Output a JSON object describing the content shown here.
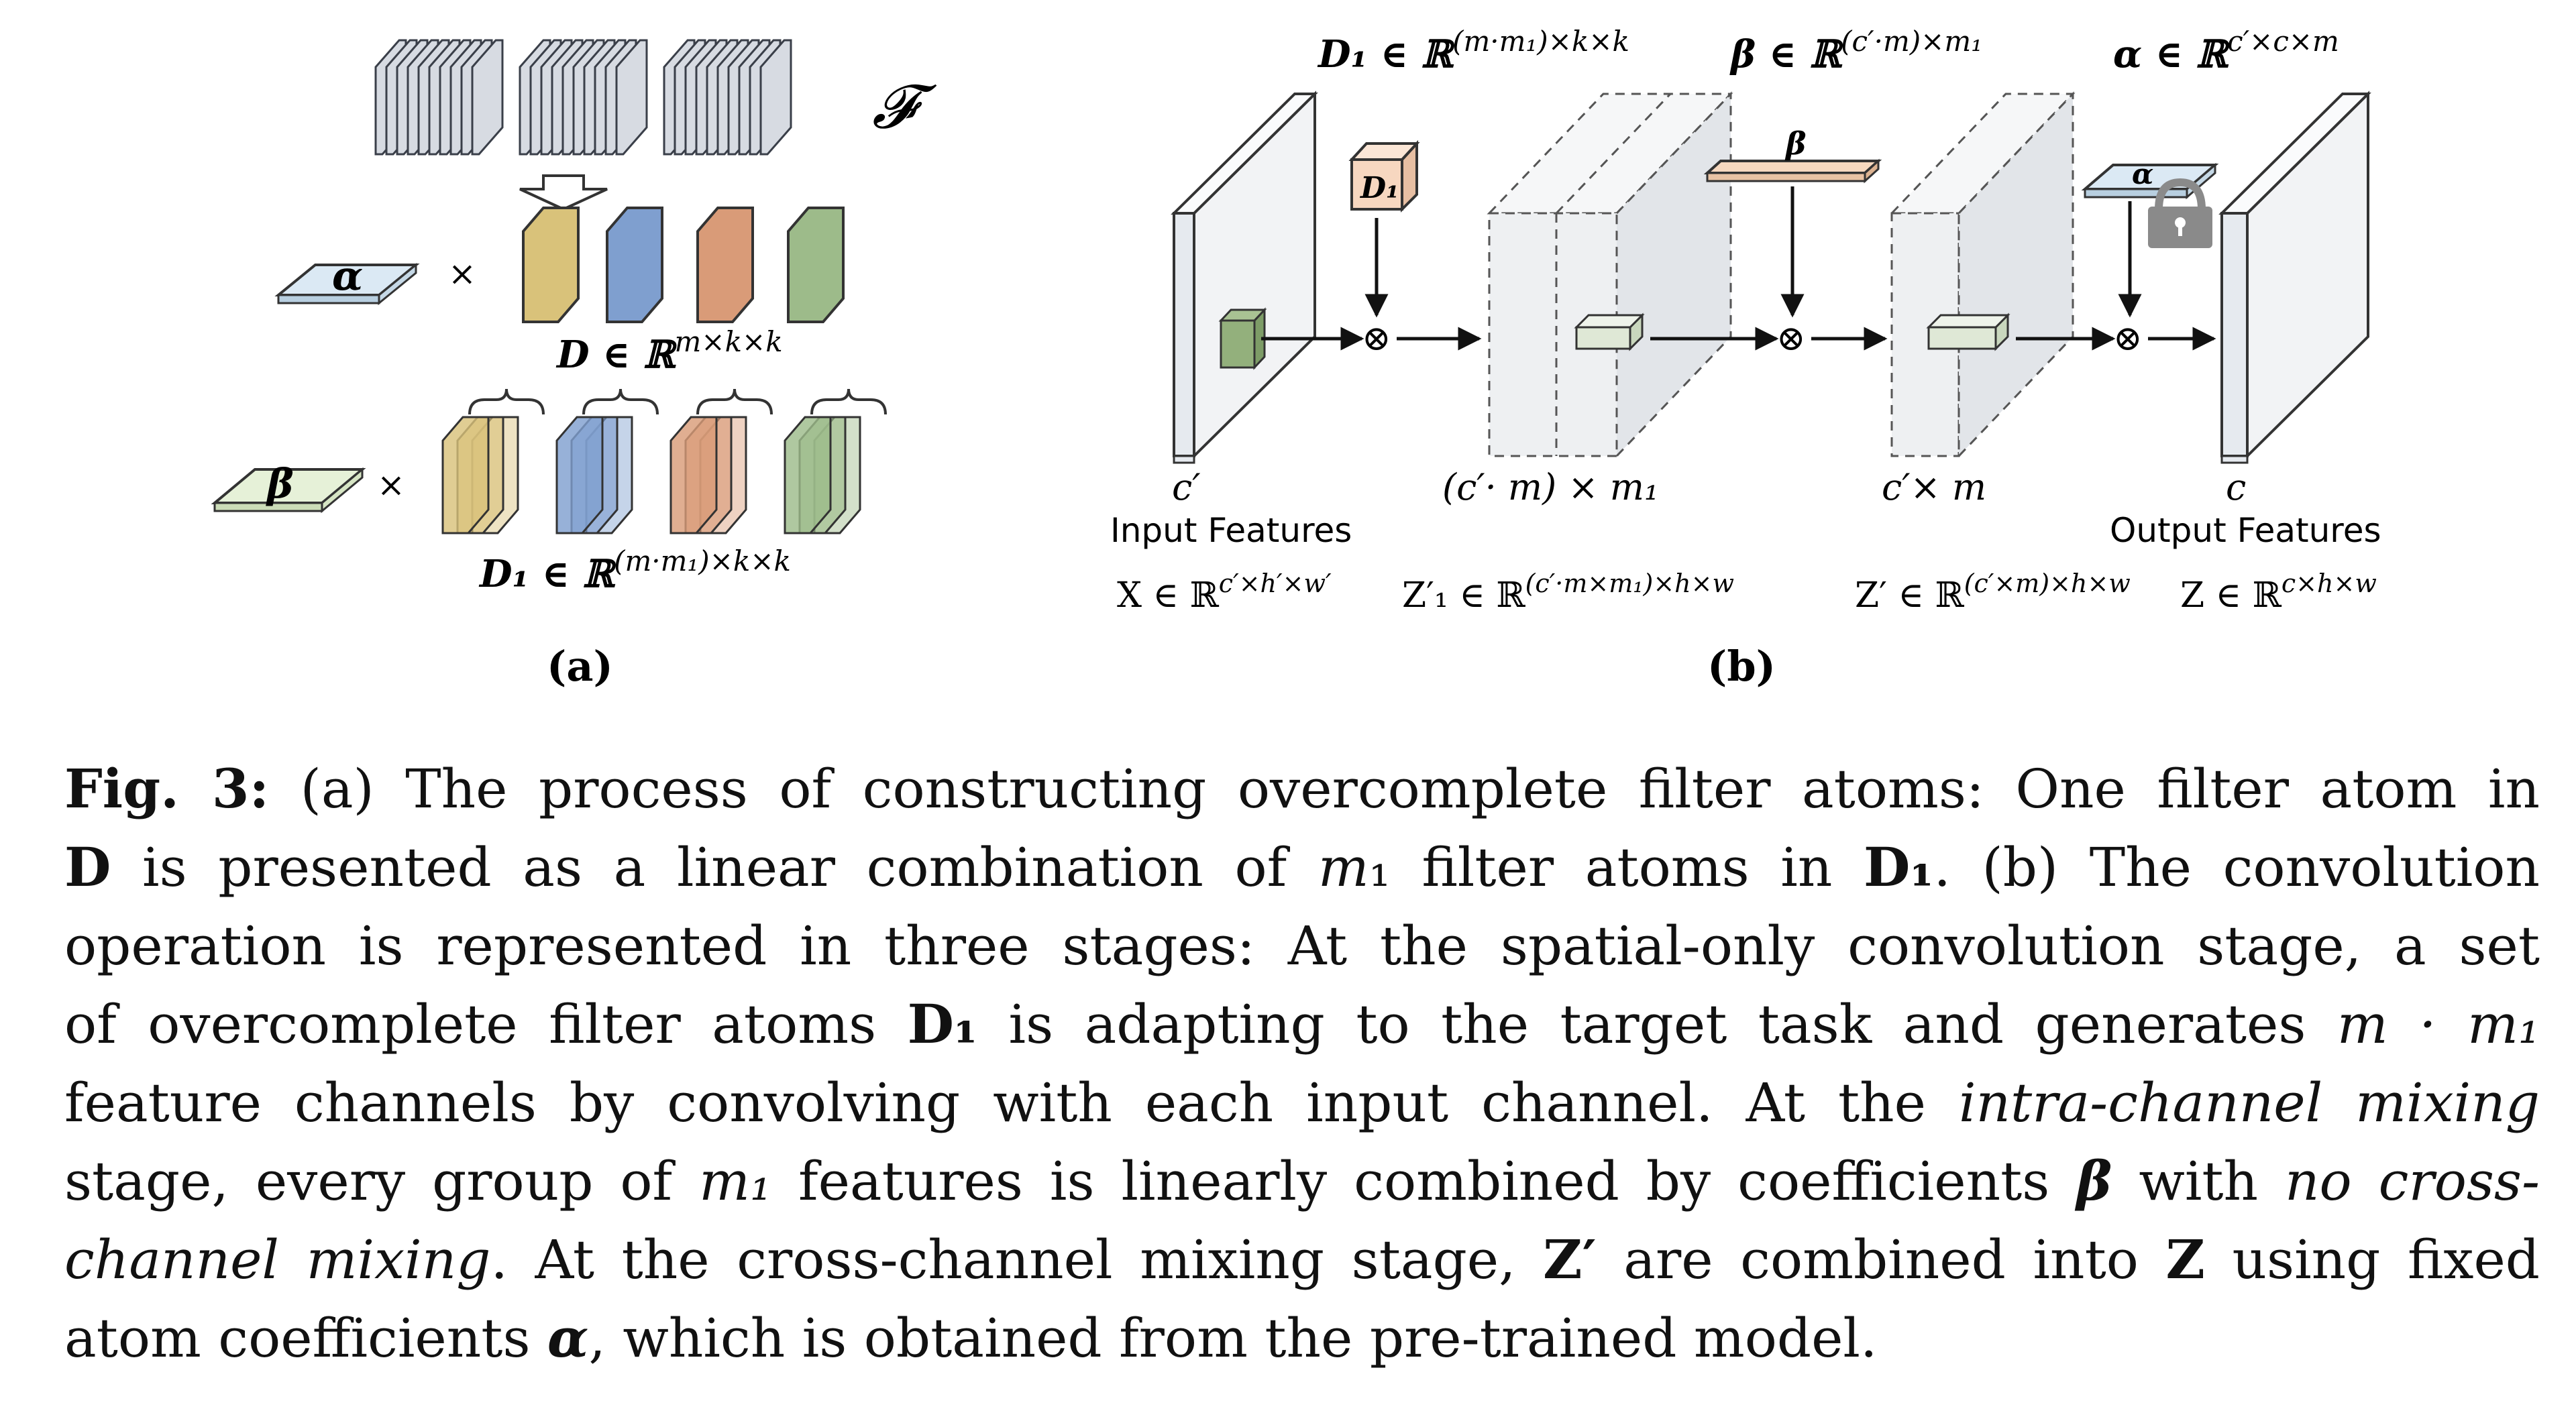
{
  "colors": {
    "filter_yellow": "#d9c27a",
    "filter_blue": "#7f9fcf",
    "filter_orange": "#d99b78",
    "filter_green": "#9dbb8a",
    "alpha_plate": "#dbe9f4",
    "beta_plate": "#e6f1d8",
    "beta_bar": "#f6d8bf",
    "d1_cube": "#f7d7c0",
    "feature_fill": "#eef0f2",
    "kernel_green": "#93b07c"
  },
  "panel_a": {
    "set_label": "𝓕",
    "alpha_symbol": "α",
    "beta_symbol": "β",
    "times": "×",
    "d_label": "𝑫 ∈ ℝ^{m×k×k}",
    "d_main": "𝑫 ∈ ℝ",
    "d_sup": "m×k×k",
    "d1_main": "𝑫₁ ∈ ℝ",
    "d1_sup": "(m·m₁)×k×k",
    "tag": "(a)"
  },
  "panel_b": {
    "d1_header_main": "𝑫₁ ∈ ℝ",
    "d1_header_sup": "(m·m₁)×k×k",
    "beta_header_main": "𝜷 ∈ ℝ",
    "beta_header_sup": "(c′·m)×m₁",
    "alpha_header_main": "𝜶 ∈ ℝ",
    "alpha_header_sup": "c′×c×m",
    "d1_cube_label": "D₁",
    "beta_bar_label": "β",
    "alpha_plate_label": "α",
    "otimes": "⊗",
    "input_channels": "c′",
    "mid1_channels": "(c′· m) × m₁",
    "mid2_channels": "c′× m",
    "output_channels": "c",
    "input_title": "Input Features",
    "output_title": "Output Features",
    "x_main": "X ∈ ℝ",
    "x_sup": "c′×h′×w′",
    "z1_main": "Z′₁ ∈ ℝ",
    "z1_sup": "(c′·m×m₁)×h×w",
    "zp_main": "Z′ ∈ ℝ",
    "zp_sup": "(c′×m)×h×w",
    "z_main": "Z ∈ ℝ",
    "z_sup": "c×h×w",
    "tag": "(b)"
  },
  "caption": {
    "fig_label": "Fig. 3:",
    "l1": "(a) The process of constructing overcomplete filter atoms: One filter atom in",
    "l2a": "D",
    "l2b": " is presented as a linear combination of ",
    "l2c": "m",
    "l2d": "₁",
    "l2e": " filter atoms in ",
    "l2f": "D₁",
    "l2g": ". (b) The convolution",
    "l3": "operation is represented in three stages: At the spatial-only convolution stage, a set",
    "l4a": "of overcomplete filter atoms ",
    "l4b": "D₁",
    "l4c": " is adapting to the target task and generates ",
    "l4d": "m · m₁",
    "l5a": "feature channels by convolving with each input channel. At the ",
    "l5b": "intra-channel mixing",
    "l6a": "stage, every group of ",
    "l6b": "m₁",
    "l6c": " features is linearly combined by coefficients ",
    "l6d": "β",
    "l6e": " with ",
    "l6f": "no cross-",
    "l7a": "channel mixing",
    "l7b": ". At the cross-channel mixing stage, ",
    "l7c": "Z′",
    "l7d": " are combined into ",
    "l7e": "Z",
    "l7f": " using fixed",
    "l8a": "atom coefficients ",
    "l8b": "α",
    "l8c": ", which is obtained from the pre-trained model."
  }
}
